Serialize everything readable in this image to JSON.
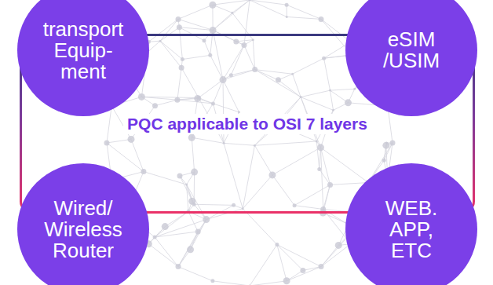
{
  "diagram": {
    "nodes": [
      {
        "text": [
          "transport Equip- ment"
        ]
      },
      {
        "text": [
          "eSIM /USIM"
        ]
      },
      {
        "text": [
          "PQC applicable to OSI 7 layers"
        ]
      },
      {
        "text": [
          "Wired/ Wireless Router"
        ]
      },
      {
        "text": [
          "WEB. APP, ETC"
        ]
      }
    ],
    "edges": []
  }
}
